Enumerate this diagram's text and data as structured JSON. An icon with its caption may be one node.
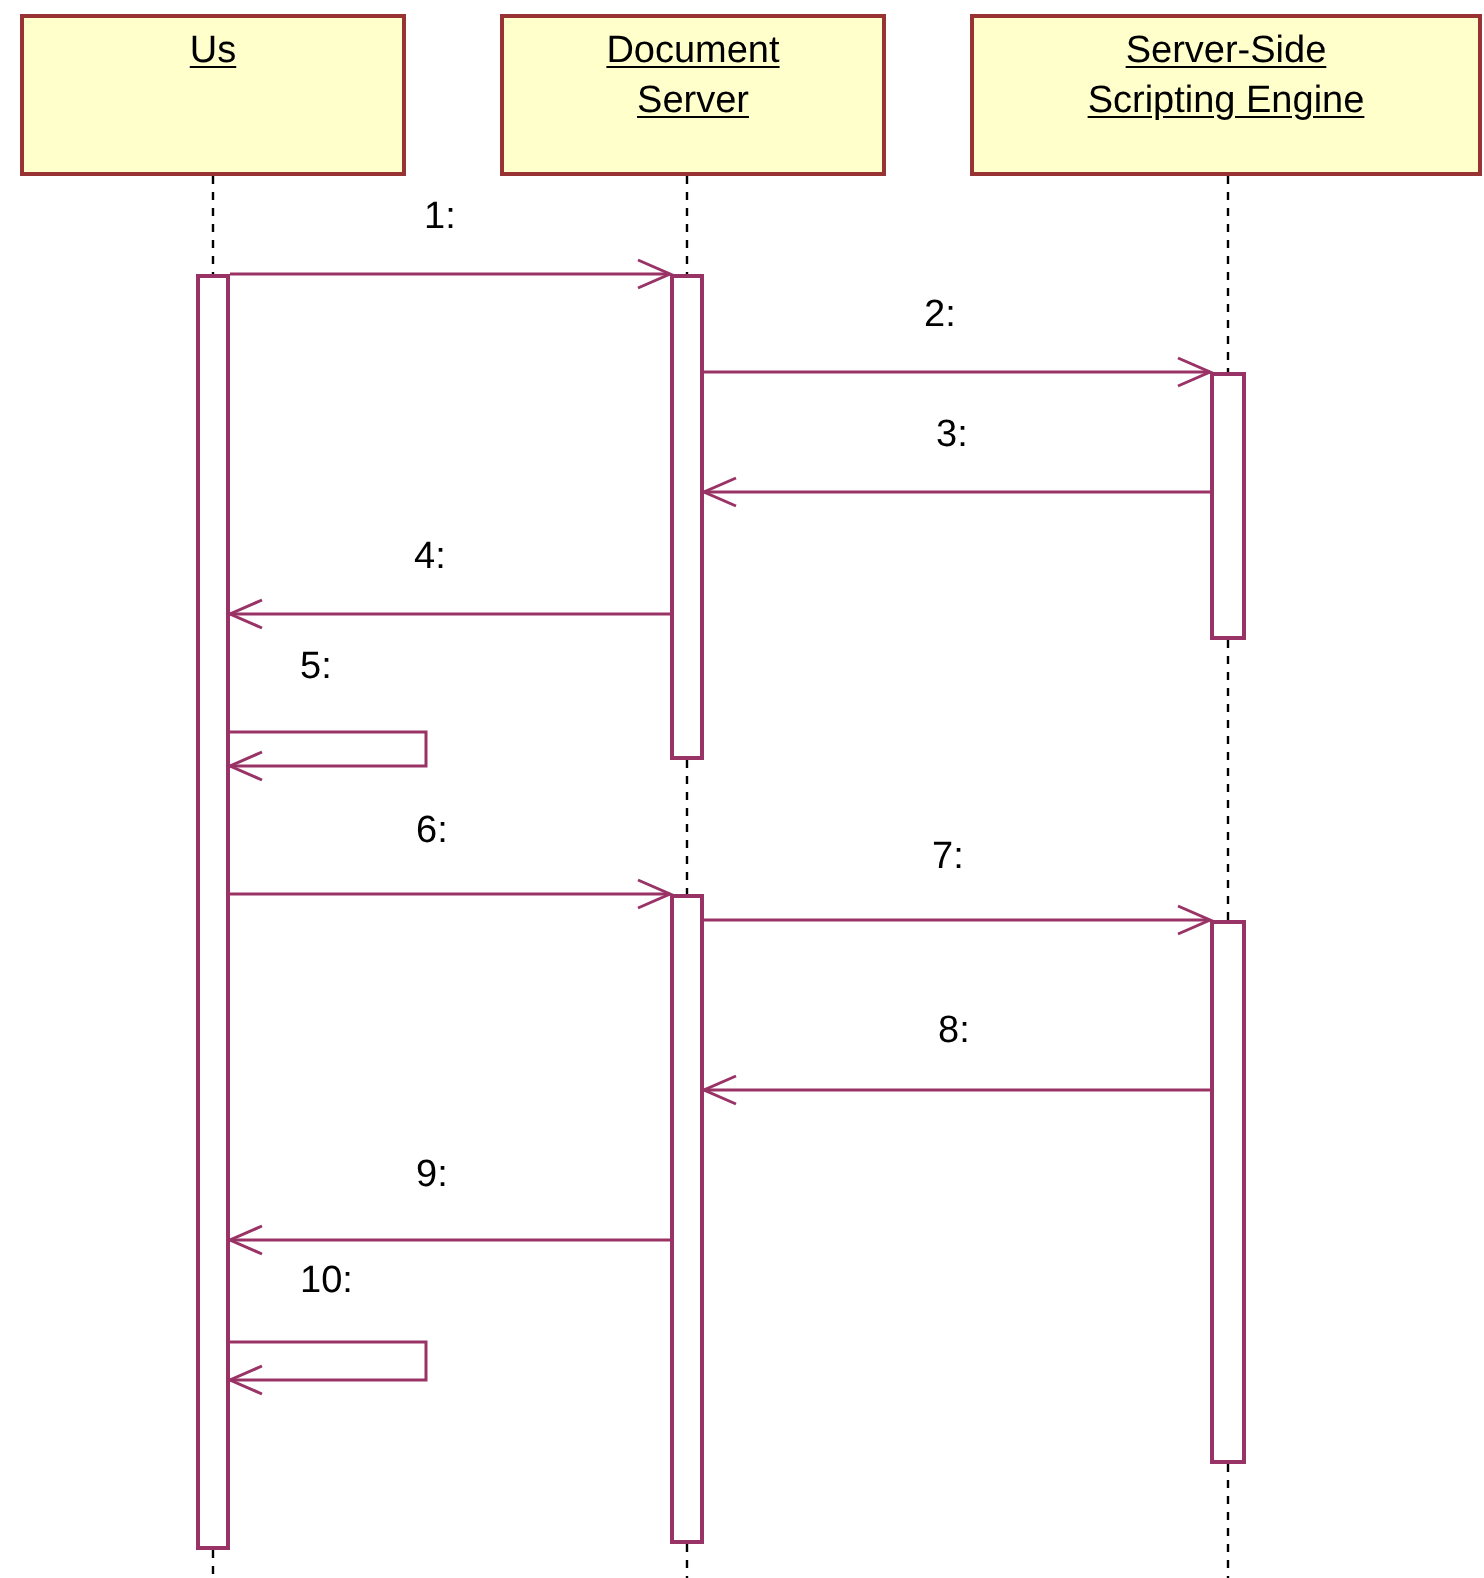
{
  "diagram": {
    "nodes": [
      {
        "text": [
          "Us"
        ]
      },
      {
        "text": [
          "Document Server"
        ]
      },
      {
        "text": [
          "Server-Side Scripting Engine"
        ]
      },
      {
        "text": [],
        "shape": "bar"
      },
      {
        "text": [],
        "shape": "bar"
      },
      {
        "text": [],
        "shape": "bar"
      },
      {
        "text": [],
        "shape": "bar"
      },
      {
        "text": [],
        "shape": "bar"
      }
    ],
    "edges": [
      {
        "from": 3,
        "to": 4,
        "arrow": "to",
        "label": "1:"
      },
      {
        "from": 4,
        "to": 6,
        "arrow": "to",
        "label": "2:"
      },
      {
        "from": 6,
        "to": 4,
        "arrow": "to",
        "label": "3:"
      },
      {
        "from": 4,
        "to": 3,
        "arrow": "to",
        "label": "4:"
      },
      {
        "from": 3,
        "to": 3,
        "arrow": "to",
        "label": "5:"
      },
      {
        "from": 3,
        "to": 5,
        "arrow": "to",
        "label": "6:"
      },
      {
        "from": 5,
        "to": 7,
        "arrow": "to",
        "label": "7:"
      },
      {
        "from": 7,
        "to": 5,
        "arrow": "to",
        "label": "8:"
      },
      {
        "from": 5,
        "to": 3,
        "arrow": "to",
        "label": "9:"
      },
      {
        "from": 3,
        "to": 3,
        "arrow": "to",
        "label": "10:"
      },
      {
        "from": 0,
        "to": 3,
        "arrow": "none",
        "style": "dashed",
        "color": "#000000"
      },
      {
        "from": 1,
        "to": 4,
        "arrow": "none",
        "style": "dashed",
        "color": "#000000"
      },
      {
        "from": 4,
        "to": 5,
        "arrow": "none",
        "style": "dashed",
        "color": "#000000"
      },
      {
        "from": 2,
        "to": 6,
        "arrow": "none",
        "style": "dashed",
        "color": "#000000"
      },
      {
        "from": 6,
        "to": 7,
        "arrow": "none",
        "style": "dashed",
        "color": "#000000"
      },
      {
        "from": 3,
        "to": null,
        "arrow": "none",
        "style": "dashed",
        "color": "#000000"
      },
      {
        "from": 5,
        "to": null,
        "arrow": "none",
        "style": "dashed",
        "color": "#000000"
      },
      {
        "from": 7,
        "to": null,
        "arrow": "none",
        "style": "dashed",
        "color": "#000000"
      }
    ]
  }
}
